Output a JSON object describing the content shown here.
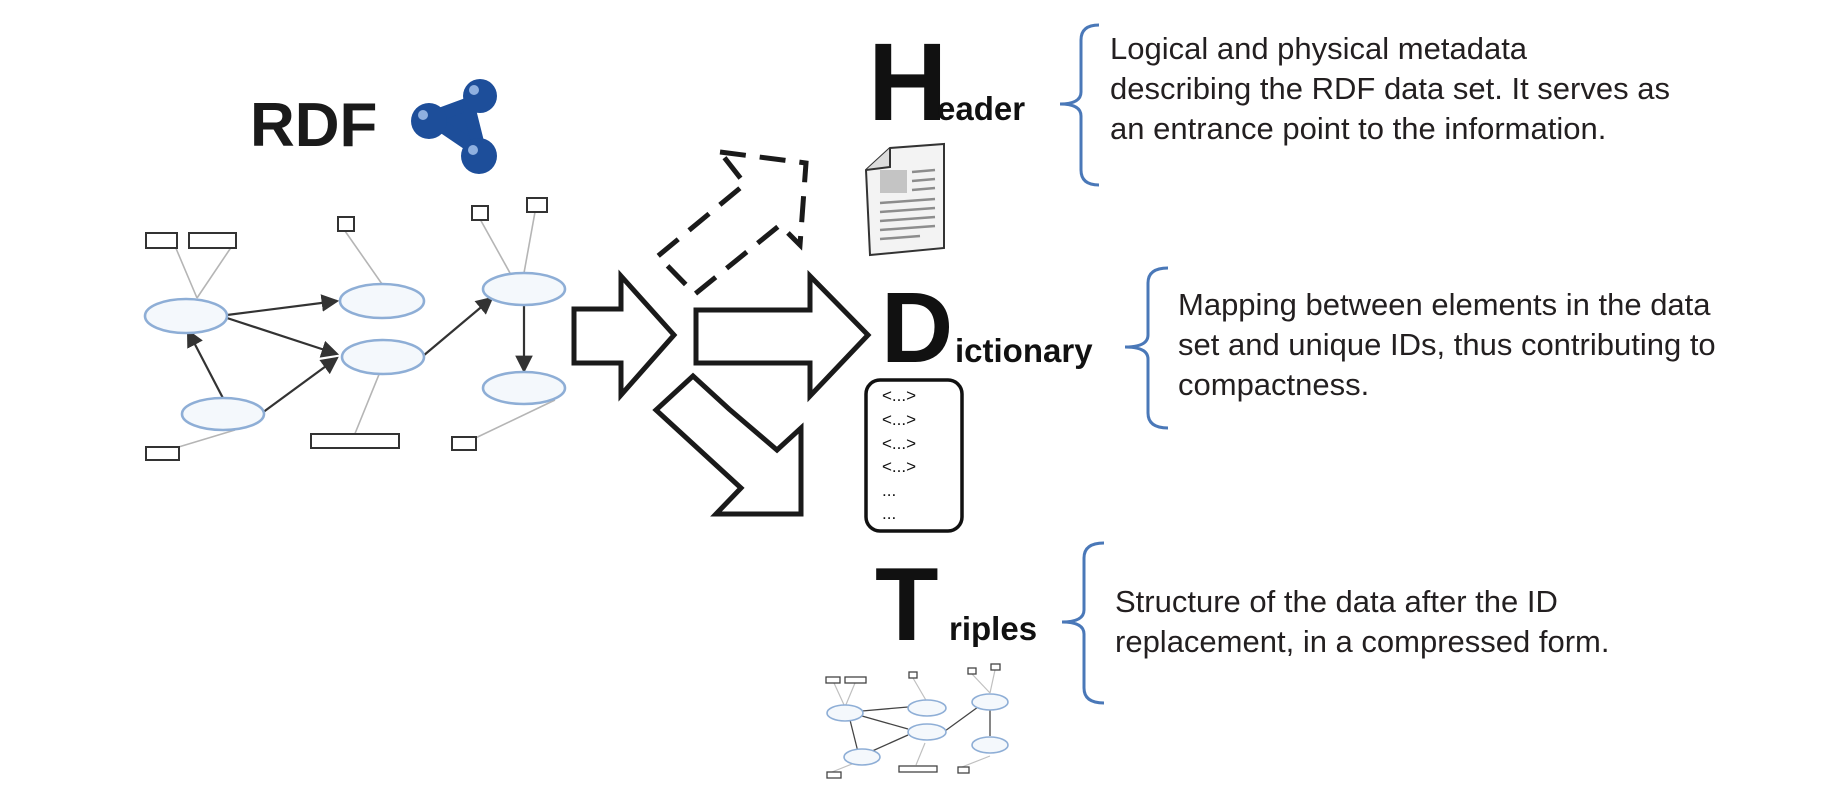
{
  "rdf_label": "RDF",
  "header": {
    "initial": "H",
    "rest": "eader",
    "description": "Logical and physical metadata describing the RDF data set. It serves as an entrance point to the information."
  },
  "dictionary": {
    "initial": "D",
    "rest": "ictionary",
    "description": "Mapping between elements in the data set and unique IDs, thus contributing to compactness.",
    "entries": [
      "<...>",
      "<...>",
      "<...>",
      "<...>",
      "...",
      "..."
    ]
  },
  "triples": {
    "initial": "T",
    "rest": "riples",
    "description": "Structure of the data after the ID replacement, in a compressed form."
  },
  "colors": {
    "bracket": "#4a78b8",
    "rdf_logo": "#1d4e9a",
    "node_stroke": "#8eaed6",
    "text": "#231f20"
  }
}
